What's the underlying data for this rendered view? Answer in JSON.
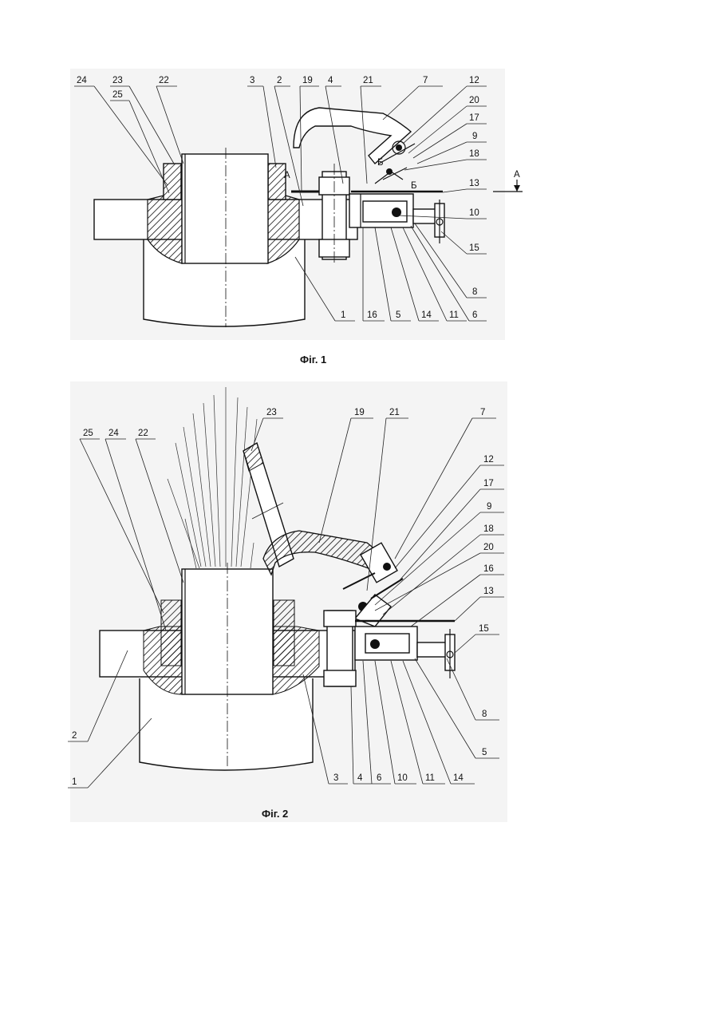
{
  "figures": [
    {
      "caption": "Фіг. 1",
      "labels_top": [
        "24",
        "23",
        "25",
        "22",
        "3",
        "2",
        "19",
        "4",
        "21",
        "7",
        "12",
        "20",
        "17",
        "9",
        "18",
        "13",
        "10",
        "15",
        "8",
        "6",
        "11",
        "14",
        "5",
        "16",
        "1"
      ],
      "section_marks": [
        "А",
        "А",
        "Б",
        "Б"
      ]
    },
    {
      "caption": "Фіг. 2",
      "labels": [
        "25",
        "24",
        "22",
        "23",
        "19",
        "21",
        "7",
        "12",
        "17",
        "9",
        "18",
        "20",
        "16",
        "13",
        "15",
        "8",
        "5",
        "14",
        "11",
        "10",
        "6",
        "4",
        "3",
        "2",
        "1"
      ]
    }
  ]
}
